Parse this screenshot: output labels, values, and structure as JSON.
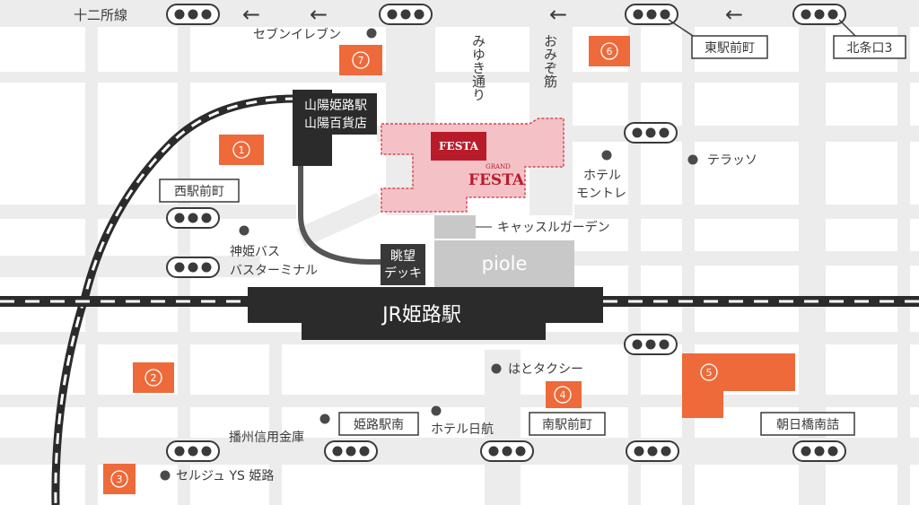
{
  "colors": {
    "background": "#ffffff",
    "road": "#ececec",
    "building_dark": "#383838",
    "station": "#2b2b2b",
    "pale_box": "#c8c8c8",
    "pin_orange": "#ee6a3a",
    "festa_pink": "#f4c2c6",
    "festa_red": "#b81c2b",
    "text": "#3a3a3a"
  },
  "map": {
    "streets": {
      "juni_shosen": "十二所線",
      "miyuki_dori": "みゆき通り",
      "omizo_suji": "おみぞ筋"
    },
    "station_name": "JR姫路駅",
    "sanyo": {
      "line1": "山陽姫路駅",
      "line2": "山陽百貨店"
    },
    "festa": {
      "logo": "FESTA",
      "grand_small": "GRAND",
      "grand_logo": "FESTA"
    },
    "piole": "piole",
    "choubou": {
      "line1": "眺望",
      "line2": "デッキ"
    },
    "poi": {
      "seven_eleven": "セブンイレブン",
      "castle_garden": "キャッスルガーデン",
      "hotel_montre_1": "ホテル",
      "hotel_montre_2": "モントレ",
      "terasso": "テラッソ",
      "shinki_bus_1": "神姫バス",
      "shinki_bus_2": "バスターミナル",
      "hato_taxi": "はとタクシー",
      "hotel_nikko": "ホテル日航",
      "banshu_bank": "播州信用金庫",
      "selje": "セルジュ YS 姫路"
    },
    "bus_stops": {
      "higashi_ekimae": "東駅前町",
      "hojo3": "北条口3",
      "nishi_ekimae": "西駅前町",
      "himeji_ekiminami": "姫路駅南",
      "minami_ekimae": "南駅前町",
      "asahibashi": "朝日橋南詰"
    },
    "markers": [
      "1",
      "2",
      "3",
      "4",
      "5",
      "6",
      "7"
    ],
    "direction_arrow": "←",
    "icons": [
      "traffic-signal-icon",
      "poi-dot-icon",
      "direction-arrow-icon",
      "rail-line-icon"
    ]
  }
}
